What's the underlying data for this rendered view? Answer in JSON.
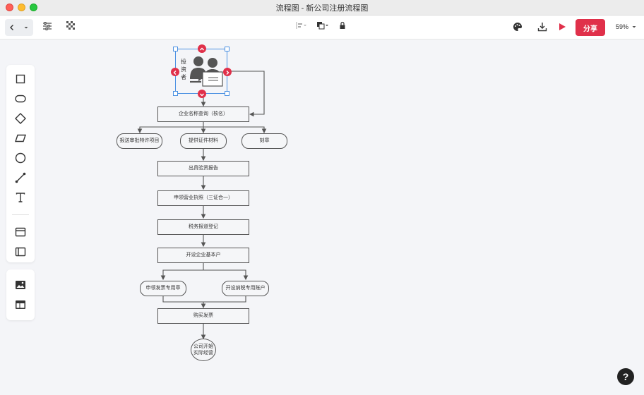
{
  "window": {
    "title": "流程图 - 新公司注册流程图"
  },
  "toolbar": {
    "share_label": "分享",
    "zoom_label": "59%"
  },
  "investor": {
    "label": "投\n资\n者"
  },
  "nodes": {
    "name_query": "企业名称查询（核名）",
    "special_approval": "报送审批特许项目",
    "documents": "提供证件材料",
    "seal": "刻章",
    "capital_report": "出具验资报告",
    "business_license": "申领营业执照（三证合一）",
    "tax_registration": "税务报道登记",
    "basic_account": "开设企业基本户",
    "invoice_seal": "申领发票专用章",
    "tax_account": "开设纳税专用账户",
    "buy_invoice": "购买发票",
    "operation_start_1": "公司开始",
    "operation_start_2": "实际经营"
  },
  "help": {
    "label": "?"
  }
}
